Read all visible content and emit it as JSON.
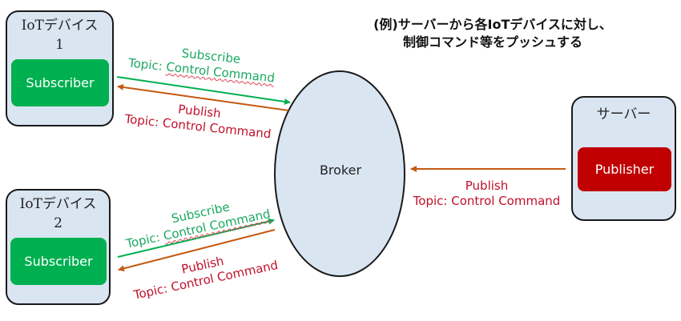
{
  "title": {
    "line1": "(例)サーバーから各IoTデバイスに対し、",
    "line2": "制御コマンド等をプッシュする"
  },
  "colors": {
    "box_fill": "#dae5f2",
    "subscriber": "#00b050",
    "publisher": "#c00000",
    "subscribe_arrow": "#00b050",
    "publish_arrow": "#c55a11",
    "subscribe_text": "#1aa860",
    "publish_text": "#c0102a"
  },
  "nodes": {
    "device1": {
      "name": "IoTデバイス",
      "number": "1",
      "role": "Subscriber"
    },
    "device2": {
      "name": "IoTデバイス",
      "number": "2",
      "role": "Subscriber"
    },
    "server": {
      "name": "サーバー",
      "role": "Publisher"
    },
    "broker": {
      "name": "Broker"
    }
  },
  "edges": {
    "dev1_subscribe": {
      "action": "Subscribe",
      "topic_prefix": "Topic: ",
      "topic": "Control  Command"
    },
    "dev1_publish": {
      "action": "Publish",
      "topic": "Topic: Control Command"
    },
    "dev2_subscribe": {
      "action": "Subscribe",
      "topic_prefix": "Topic: ",
      "topic": "Control  Command"
    },
    "dev2_publish": {
      "action": "Publish",
      "topic": "Topic: Control Command"
    },
    "server_publish": {
      "action": "Publish",
      "topic": "Topic: Control Command"
    }
  }
}
